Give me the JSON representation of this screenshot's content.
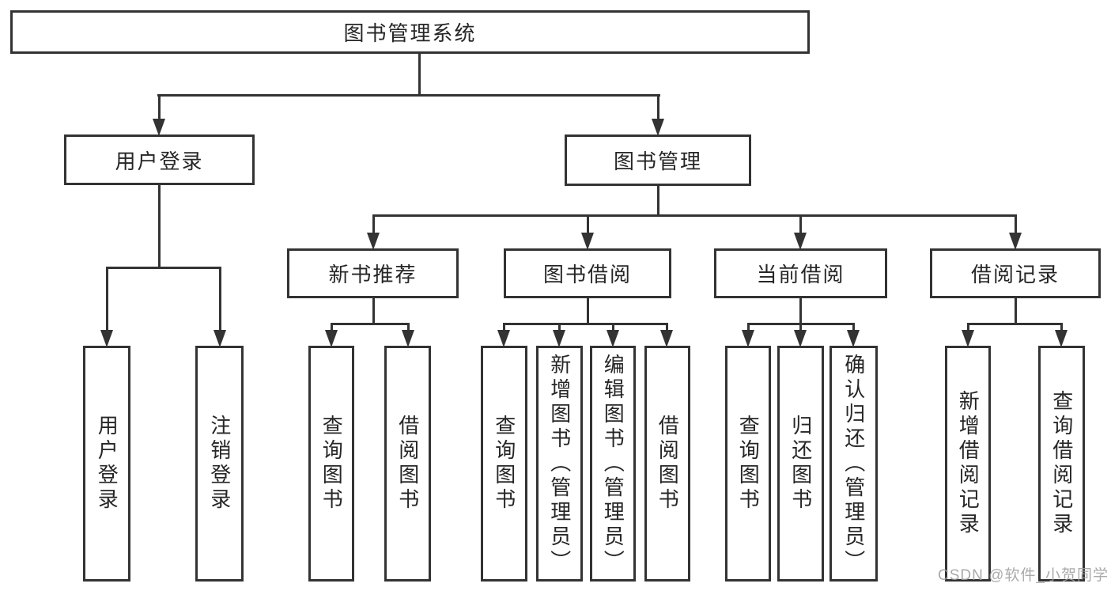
{
  "diagram_title": "图书管理系统",
  "tree": {
    "root": {
      "label": "图书管理系统"
    },
    "branches": [
      {
        "label": "用户登录",
        "children": [
          {
            "label": "用户登录"
          },
          {
            "label": "注销登录"
          }
        ]
      },
      {
        "label": "图书管理",
        "children": [
          {
            "label": "新书推荐",
            "children": [
              {
                "label": "查询图书"
              },
              {
                "label": "借阅图书"
              }
            ]
          },
          {
            "label": "图书借阅",
            "children": [
              {
                "label": "查询图书"
              },
              {
                "label": "新增图书（管理员）"
              },
              {
                "label": "编辑图书（管理员）"
              },
              {
                "label": "借阅图书"
              }
            ]
          },
          {
            "label": "当前借阅",
            "children": [
              {
                "label": "查询图书"
              },
              {
                "label": "归还图书"
              },
              {
                "label": "确认归还（管理员）"
              }
            ]
          },
          {
            "label": "借阅记录",
            "children": [
              {
                "label": "新增借阅记录"
              },
              {
                "label": "查询借阅记录"
              }
            ]
          }
        ]
      }
    ]
  },
  "watermark": "CSDN @软件_小贺同学",
  "colors": {
    "line": "#333333",
    "text": "#262626",
    "watermark": "#9e9e9e",
    "background": "#ffffff"
  }
}
